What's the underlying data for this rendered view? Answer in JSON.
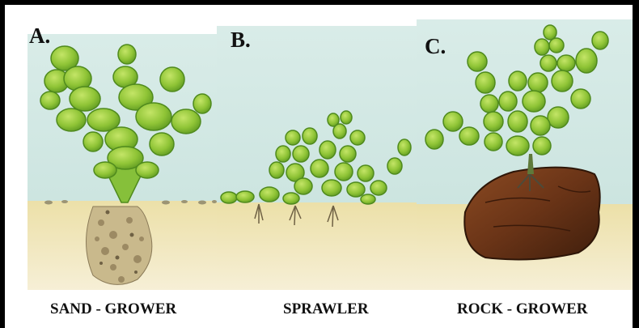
{
  "panels": [
    {
      "letter": "A.",
      "caption": "SAND - GROWER"
    },
    {
      "letter": "B.",
      "caption": "SPRAWLER"
    },
    {
      "letter": "C.",
      "caption": "ROCK - GROWER"
    }
  ],
  "colors": {
    "frame": "#000000",
    "sky": "#cfe5e2",
    "sand": "#f1e7bd",
    "leaf": "#9ccf3d",
    "leaf_dark": "#5f9a22",
    "rock": "#6a3417"
  }
}
